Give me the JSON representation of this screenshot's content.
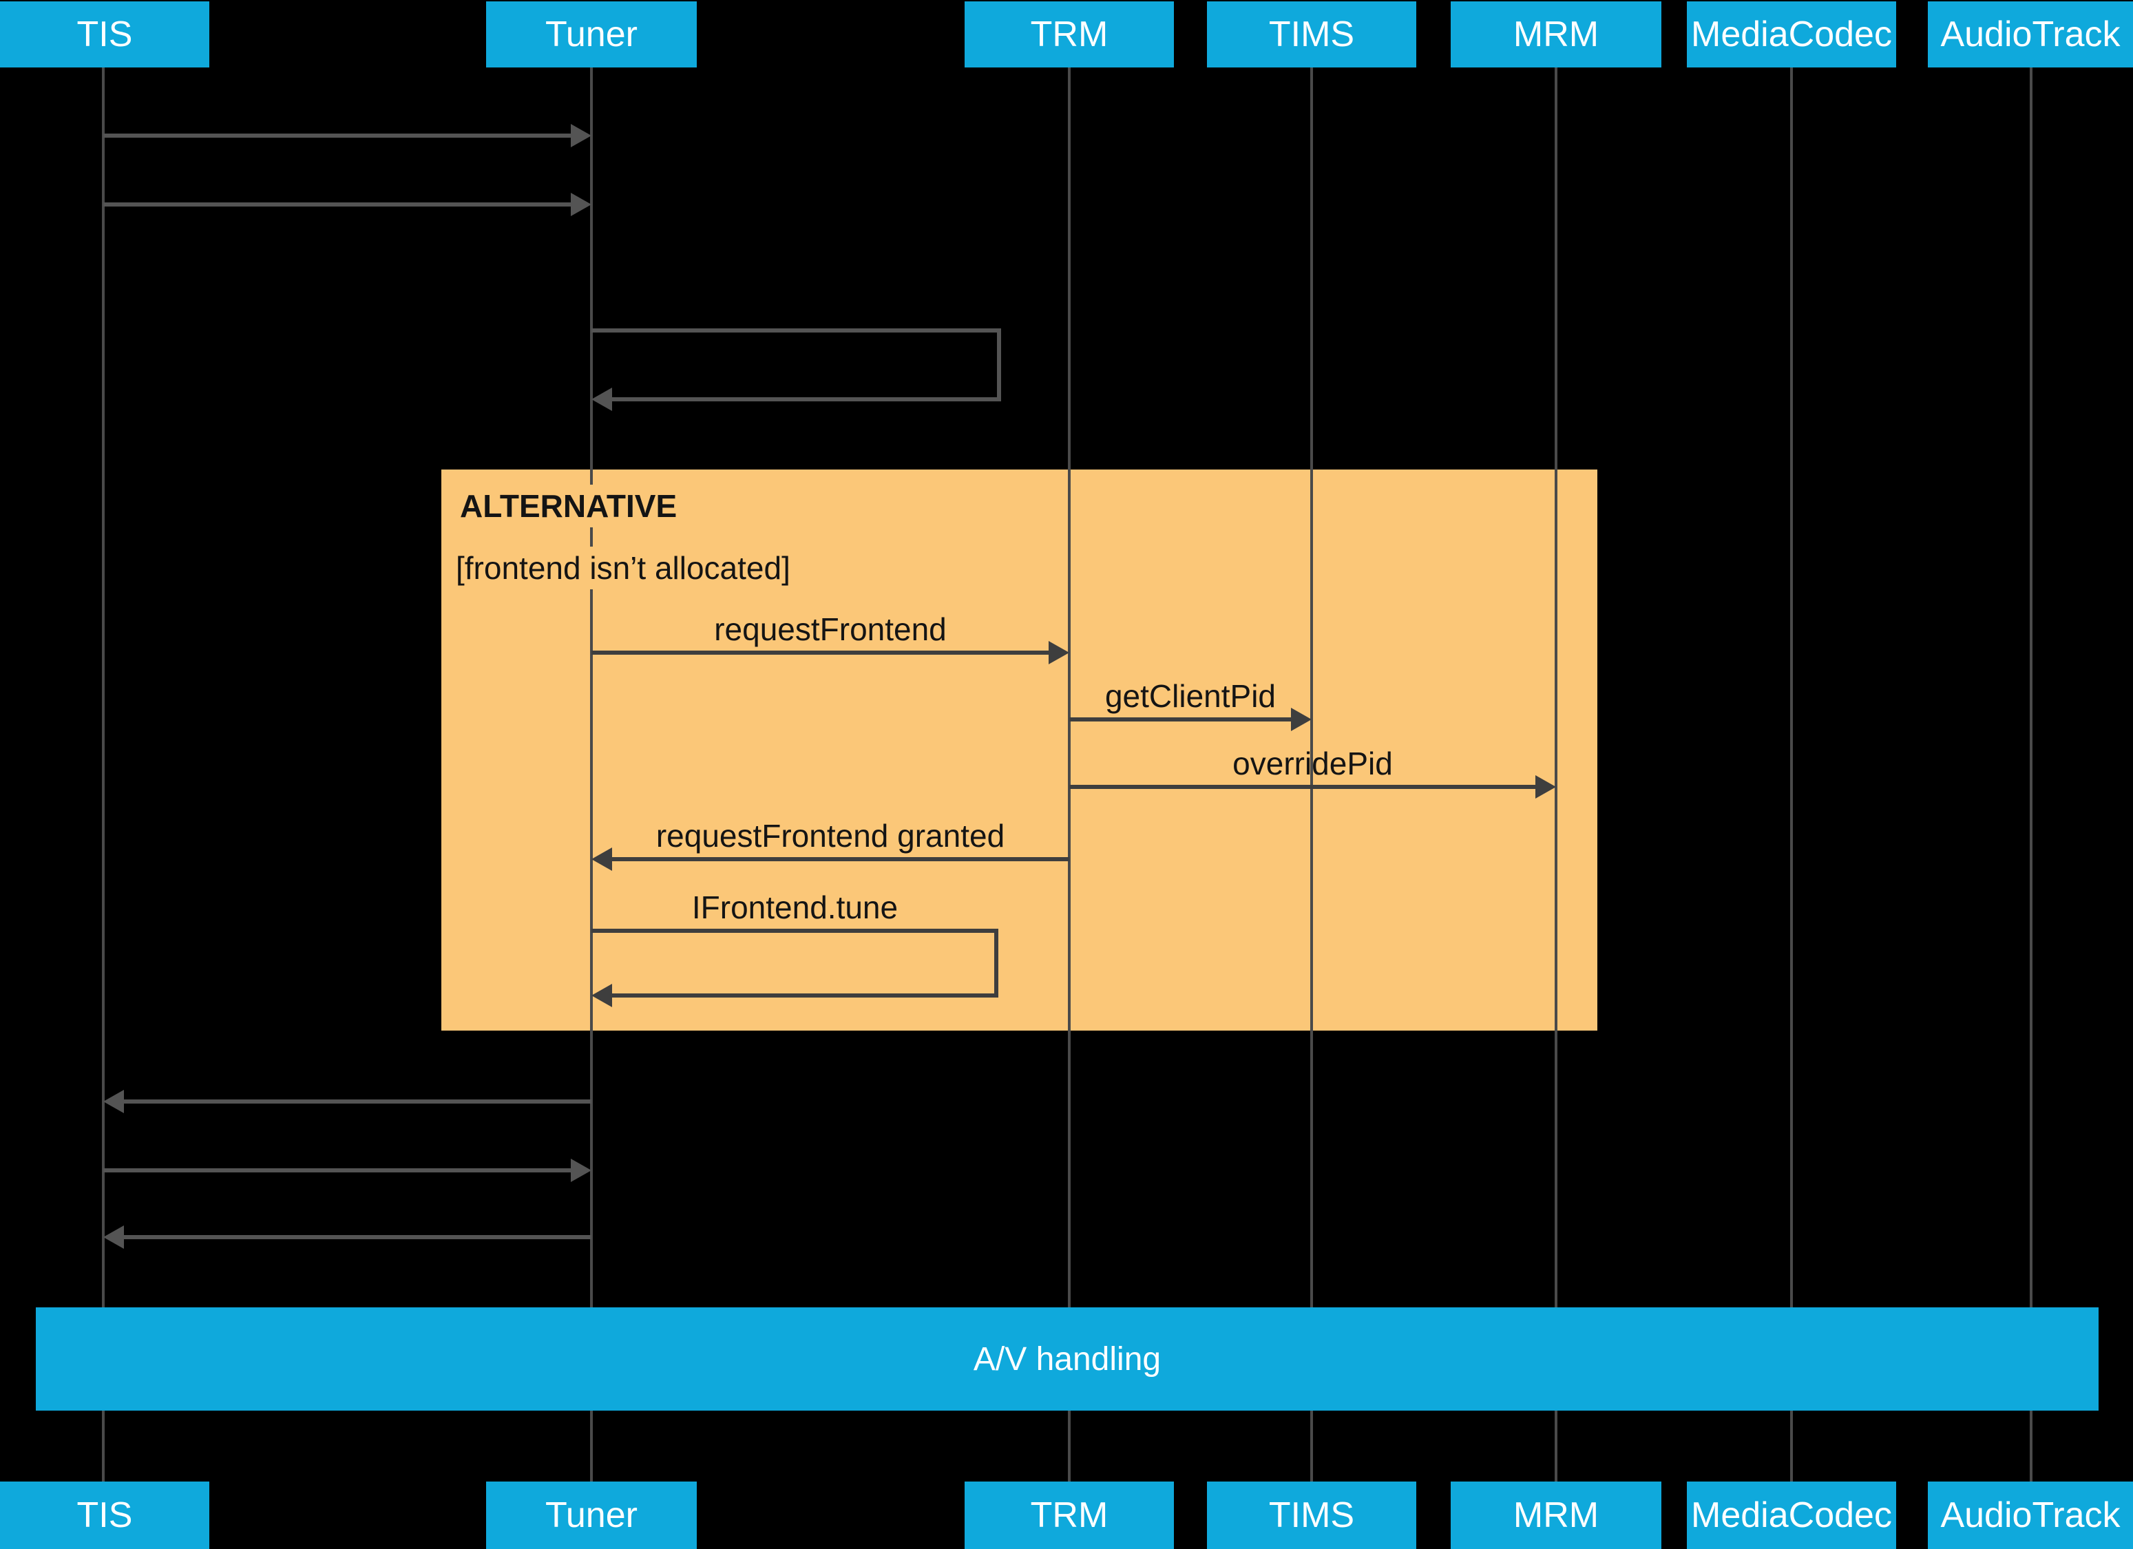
{
  "diagram": {
    "type": "uml-sequence",
    "band_label": "A/V handling",
    "alt_fragment": {
      "title": "ALTERNATIVE",
      "guard": "[frontend isn’t allocated]",
      "covers": [
        "Tuner",
        "TRM",
        "TIMS",
        "MRM"
      ]
    }
  },
  "participants": [
    {
      "label": "TIS"
    },
    {
      "label": "Tuner"
    },
    {
      "label": "TRM"
    },
    {
      "label": "TIMS"
    },
    {
      "label": "MRM"
    },
    {
      "label": "MediaCodec"
    },
    {
      "label": "AudioTrack"
    }
  ],
  "messages": [
    {
      "from": "TIS",
      "to": "Tuner",
      "label": ""
    },
    {
      "from": "TIS",
      "to": "Tuner",
      "label": ""
    },
    {
      "from": "Tuner",
      "to": "Tuner",
      "label": ""
    },
    {
      "from": "Tuner",
      "to": "TRM",
      "label": "requestFrontend"
    },
    {
      "from": "TRM",
      "to": "TIMS",
      "label": "getClientPid"
    },
    {
      "from": "TRM",
      "to": "MRM",
      "label": "overridePid"
    },
    {
      "from": "TRM",
      "to": "Tuner",
      "label": "requestFrontend granted"
    },
    {
      "from": "Tuner",
      "to": "Tuner",
      "label": "IFrontend.tune"
    },
    {
      "from": "Tuner",
      "to": "TIS",
      "label": ""
    },
    {
      "from": "TIS",
      "to": "Tuner",
      "label": ""
    },
    {
      "from": "Tuner",
      "to": "TIS",
      "label": ""
    }
  ],
  "colors": {
    "cyan": "#0FA9DC",
    "orange": "#FBC778",
    "line": "#4A4A4A",
    "arrow": "#545454",
    "arrow_dark": "#3E3E3E",
    "text_dark": "#141414",
    "text_light": "#FFFFFF",
    "background": "#000000"
  }
}
